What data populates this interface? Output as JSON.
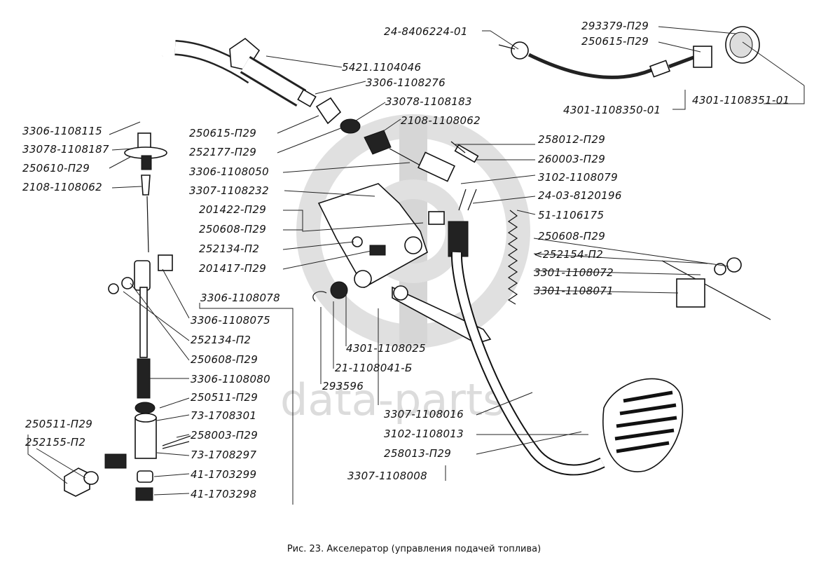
{
  "caption": "Рис. 23. Акселератор (управления подачей топлива)",
  "watermark": "data-parts",
  "labels": [
    "24-8406224-01",
    "293379-П29",
    "250615-П29",
    "5421.1104046",
    "3306-1108276",
    "33078-1108183",
    "2108-1108062",
    "4301-1108350-01",
    "4301-1108351-01",
    "3306-1108115",
    "33078-1108187",
    "250610-П29",
    "2108-1108062",
    "250615-П29",
    "252177-П29",
    "3306-1108050",
    "3307-1108232",
    "201422-П29",
    "250608-П29",
    "252134-П2",
    "201417-П29",
    "258012-П29",
    "260003-П29",
    "3102-1108079",
    "24-03-8120196",
    "51-1106175",
    "250608-П29",
    "<252154-П2",
    "3301-1108072",
    "3301-1108071",
    "3306-1108078",
    "3306-1108075",
    "252134-П2",
    "250608-П29",
    "3306-1108080",
    "250511-П29",
    "73-1708301",
    "258003-П29",
    "73-1708297",
    "41-1703299",
    "41-1703298",
    "250511-П29",
    "252155-П2",
    "4301-1108025",
    "21-1108041-Б",
    "293596",
    "3307-1108016",
    "3102-1108013",
    "258013-П29",
    "3307-1108008"
  ]
}
